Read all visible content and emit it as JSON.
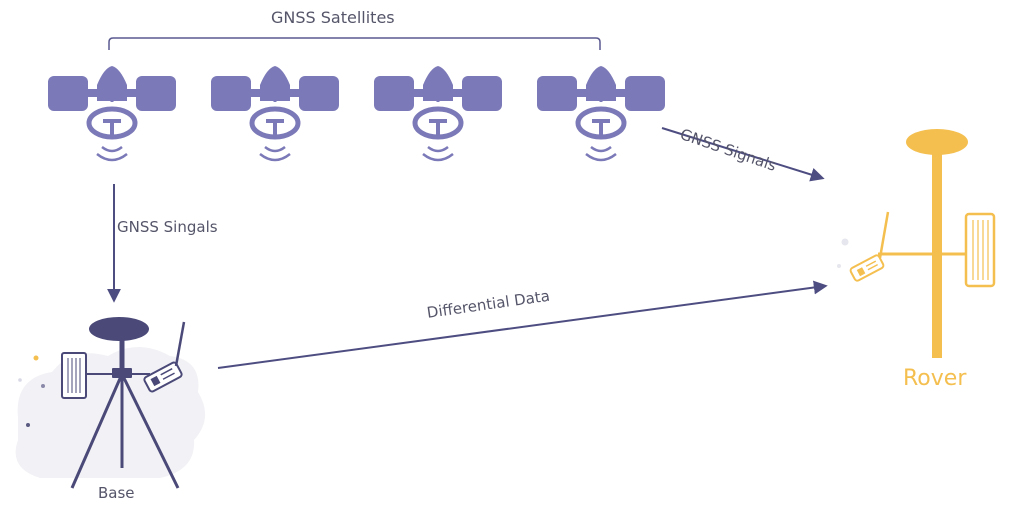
{
  "labels": {
    "satellites": "GNSS Satellites",
    "base_signals": "GNSS Singals",
    "rover_signals": "GNSS Signals",
    "differential": "Differential Data",
    "base": "Base",
    "rover": "Rover"
  },
  "satellites": [
    {
      "name": "satellite-1"
    },
    {
      "name": "satellite-2"
    },
    {
      "name": "satellite-3"
    },
    {
      "name": "satellite-4"
    }
  ],
  "colors": {
    "satellite": "#7b79b7",
    "base": "#4a4978",
    "rover": "#f4bf4f",
    "arrow": "#4e4d82",
    "text": "#55556a"
  }
}
